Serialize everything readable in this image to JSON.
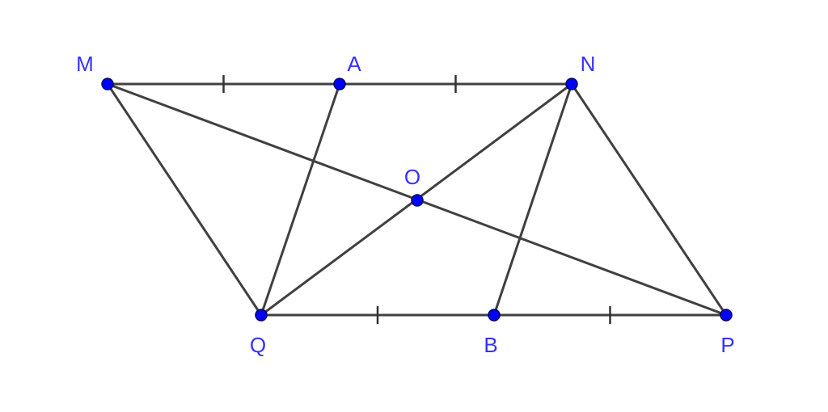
{
  "colors": {
    "point": "#0000ff",
    "label": "#3333ff",
    "segment": "#404040"
  },
  "points": {
    "M": {
      "label": "M"
    },
    "A": {
      "label": "A"
    },
    "N": {
      "label": "N"
    },
    "O": {
      "label": "O"
    },
    "Q": {
      "label": "Q"
    },
    "B": {
      "label": "B"
    },
    "P": {
      "label": "P"
    }
  },
  "segments": [
    [
      "M",
      "N"
    ],
    [
      "Q",
      "P"
    ],
    [
      "M",
      "Q"
    ],
    [
      "N",
      "P"
    ],
    [
      "M",
      "P"
    ],
    [
      "Q",
      "N"
    ],
    [
      "Q",
      "A"
    ],
    [
      "N",
      "B"
    ]
  ],
  "equal_marks": [
    [
      "M",
      "A"
    ],
    [
      "A",
      "N"
    ],
    [
      "Q",
      "B"
    ],
    [
      "B",
      "P"
    ]
  ]
}
